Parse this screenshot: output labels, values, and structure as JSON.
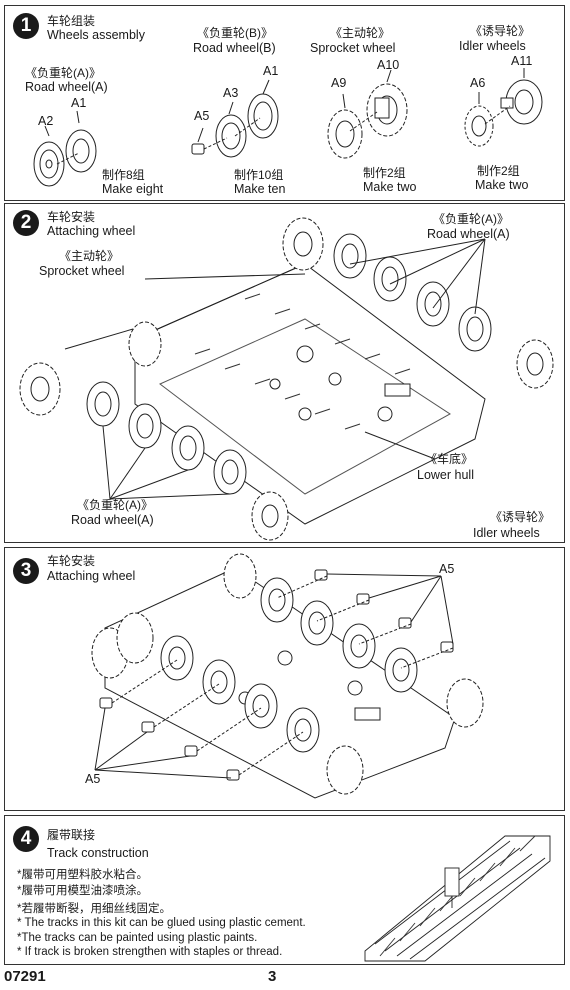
{
  "step1": {
    "number": "1",
    "title_cn": "车轮组装",
    "title_en": "Wheels assembly",
    "road_a": {
      "cn": "《负重轮(A)》",
      "en": "Road   wheel(A)",
      "parts": [
        "A1",
        "A2"
      ],
      "make_cn": "制作8组",
      "make_en": "Make eight"
    },
    "road_b": {
      "cn": "《负重轮(B)》",
      "en": "Road   wheel(B)",
      "parts": [
        "A1",
        "A3",
        "A5"
      ],
      "make_cn": "制作10组",
      "make_en": "Make ten"
    },
    "sprocket": {
      "cn": "《主动轮》",
      "en": "Sprocket wheel",
      "parts": [
        "A9",
        "A10"
      ],
      "make_cn": "制作2组",
      "make_en": "Make two"
    },
    "idler": {
      "cn": "《诱导轮》",
      "en": "Idler wheels",
      "parts": [
        "A6",
        "A11"
      ],
      "make_cn": "制作2组",
      "make_en": "Make two"
    }
  },
  "step2": {
    "number": "2",
    "title_cn": "车轮安装",
    "title_en": "Attaching wheel",
    "labels": {
      "road_top_cn": "《负重轮(A)》",
      "road_top_en": "Road    wheel(A)",
      "sprocket_cn": "《主动轮》",
      "sprocket_en": "Sprocket wheel",
      "hull_cn": "《车底》",
      "hull_en": "Lower hull",
      "road_bottom_cn": "《负重轮(A)》",
      "road_bottom_en": "Road    wheel(A)",
      "idler_cn": "《诱导轮》",
      "idler_en": "Idler wheels"
    }
  },
  "step3": {
    "number": "3",
    "title_cn": "车轮安装",
    "title_en": "Attaching wheel",
    "part_top": "A5",
    "part_bottom": "A5"
  },
  "step4": {
    "number": "4",
    "title_cn": "履带联接",
    "title_en": "Track construction",
    "notes": [
      "*履带可用塑料胶水粘合。",
      "*履带可用模型油漆喷涂。",
      "*若履带断裂，用细丝线固定。",
      "* The tracks in this kit can be glued using plastic cement.",
      "*The tracks can be painted using plastic paints.",
      "* If track is broken strengthen with staples or thread."
    ]
  },
  "footer": {
    "code": "07291",
    "page": "3"
  }
}
